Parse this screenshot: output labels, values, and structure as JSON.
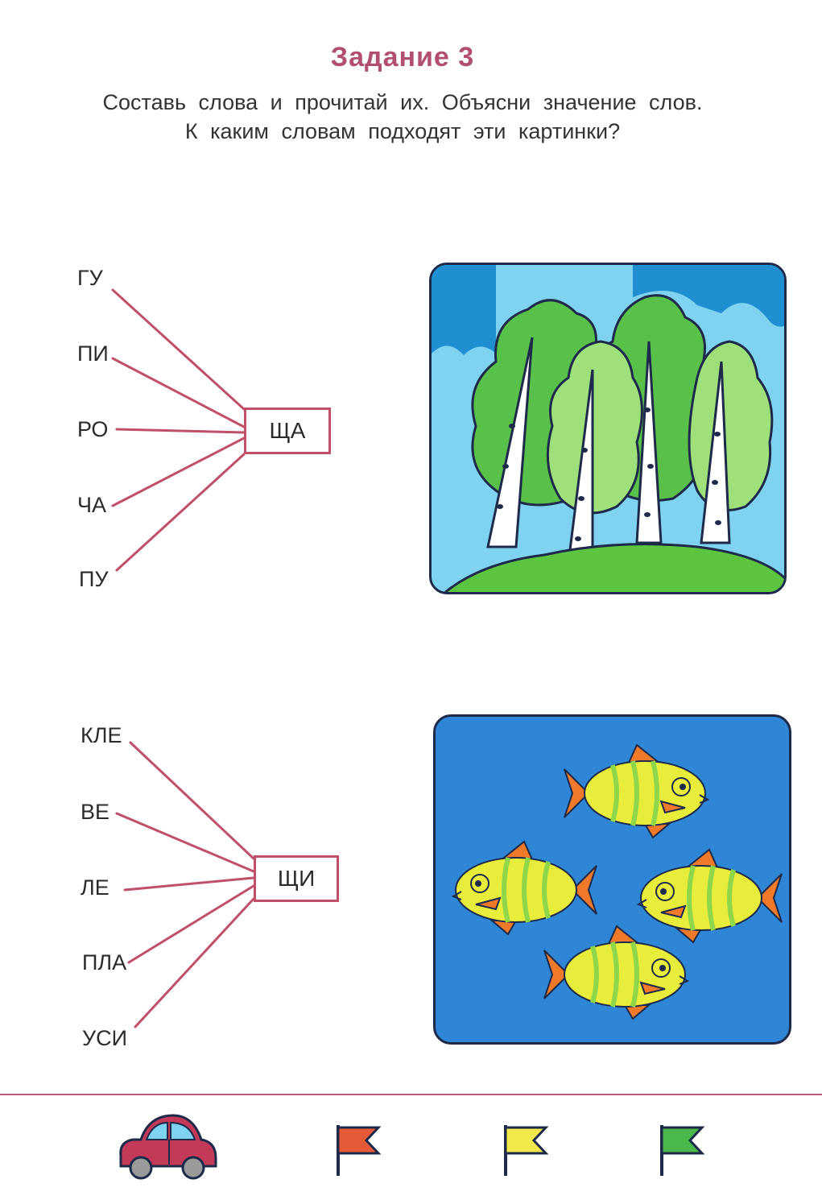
{
  "header": {
    "title": "Задание 3",
    "instruction_line1": "Составь слова и прочитай их. Объясни значение слов.",
    "instruction_line2": "К каким словам подходят эти картинки?"
  },
  "group1": {
    "center": "ЩА",
    "syllables": [
      "ГУ",
      "ПИ",
      "РО",
      "ЧА",
      "ПУ"
    ],
    "picture_icon": "birch-trees-icon"
  },
  "group2": {
    "center": "ЩИ",
    "syllables": [
      "КЛЕ",
      "ВЕ",
      "ЛЕ",
      "ПЛА",
      "УСИ"
    ],
    "picture_icon": "fish-icon"
  },
  "footer": {
    "icons": [
      "car-icon",
      "red-flag-icon",
      "yellow-flag-icon",
      "green-flag-icon"
    ]
  },
  "colors": {
    "title": "#b24f6e",
    "lines": "#c0506a",
    "sky": "#7fd3f0",
    "water": "#2f86d6",
    "grass": "#5cc43e"
  }
}
